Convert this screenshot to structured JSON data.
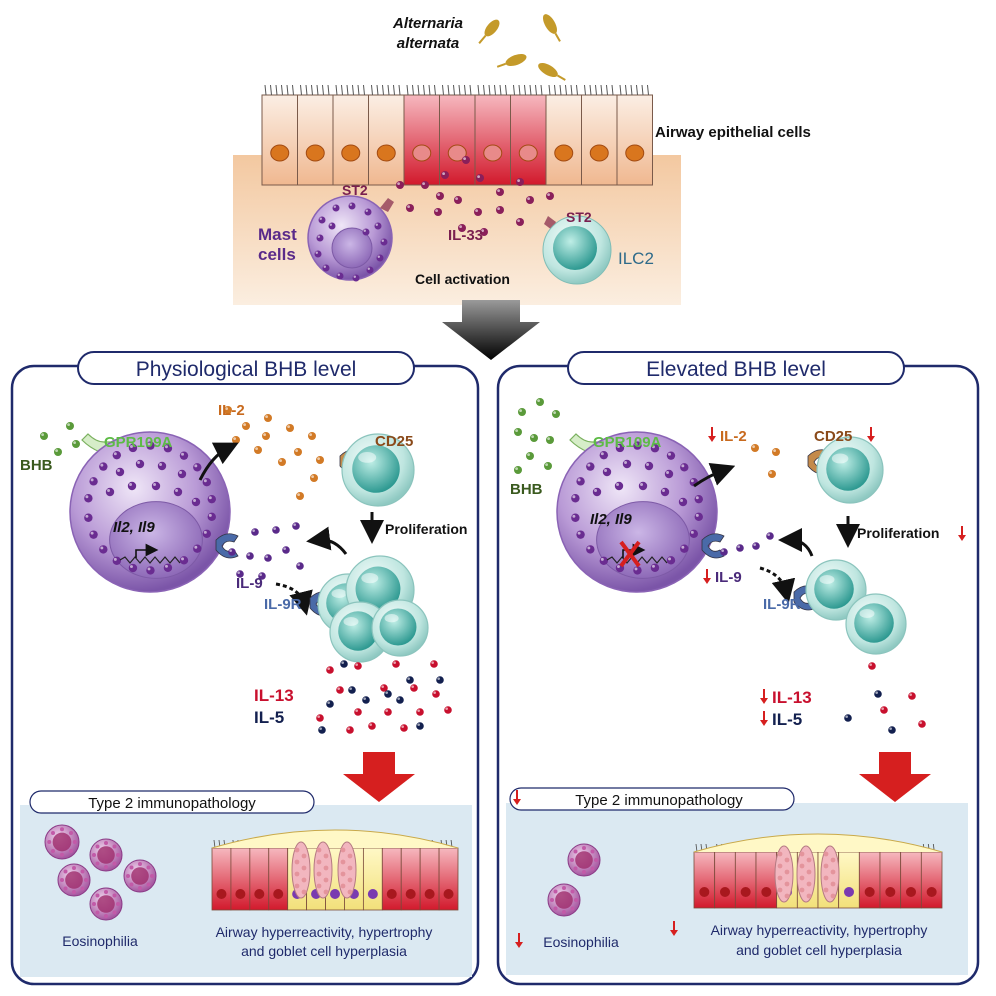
{
  "colors": {
    "panel_border": "#1f2a6b",
    "mast": "#6a2c91",
    "gpr": "#5dbb46",
    "il2": "#c86a1e",
    "il33": "#7a1f4f",
    "il9r": "#4a6aa8",
    "il13": "#c8102e",
    "il5": "#13204f",
    "arrow_red": "#d61f1f",
    "pathology_bg": "#dbe9f2",
    "ilc2": "#2e8a86"
  },
  "top": {
    "fungus_line1": "Alternaria",
    "fungus_line2": "alternata",
    "epithelium": "Airway epithelial cells",
    "st2_left": "ST2",
    "st2_right": "ST2",
    "mast_line1": "Mast",
    "mast_line2": "cells",
    "il33": "IL-33",
    "ilc2": "ILC2",
    "activation": "Cell activation"
  },
  "left_panel": {
    "title": "Physiological BHB level",
    "bhb": "BHB",
    "gpr109a": "GPR109A",
    "genes": "Il2, Il9",
    "il2": "IL-2",
    "cd25": "CD25",
    "proliferation": "Proliferation",
    "il9": "IL-9",
    "il9r": "IL-9R",
    "il13": "IL-13",
    "il5": "IL-5",
    "pathology_title": "Type 2 immunopathology",
    "eosinophilia": "Eosinophilia",
    "airway_line1": "Airway hyperreactivity, hypertrophy",
    "airway_line2": "and goblet cell hyperplasia"
  },
  "right_panel": {
    "title": "Elevated BHB level",
    "bhb": "BHB",
    "gpr109a": "GPR109A",
    "genes": "Il2, Il9",
    "il2": "IL-2",
    "cd25": "CD25",
    "proliferation": "Proliferation",
    "il9": "IL-9",
    "il9r": "IL-9R",
    "il13": "IL-13",
    "il5": "IL-5",
    "pathology_title": "Type 2 immunopathology",
    "eosinophilia": "Eosinophilia",
    "airway_line1": "Airway hyperreactivity, hypertrophy",
    "airway_line2": "and goblet cell hyperplasia"
  }
}
